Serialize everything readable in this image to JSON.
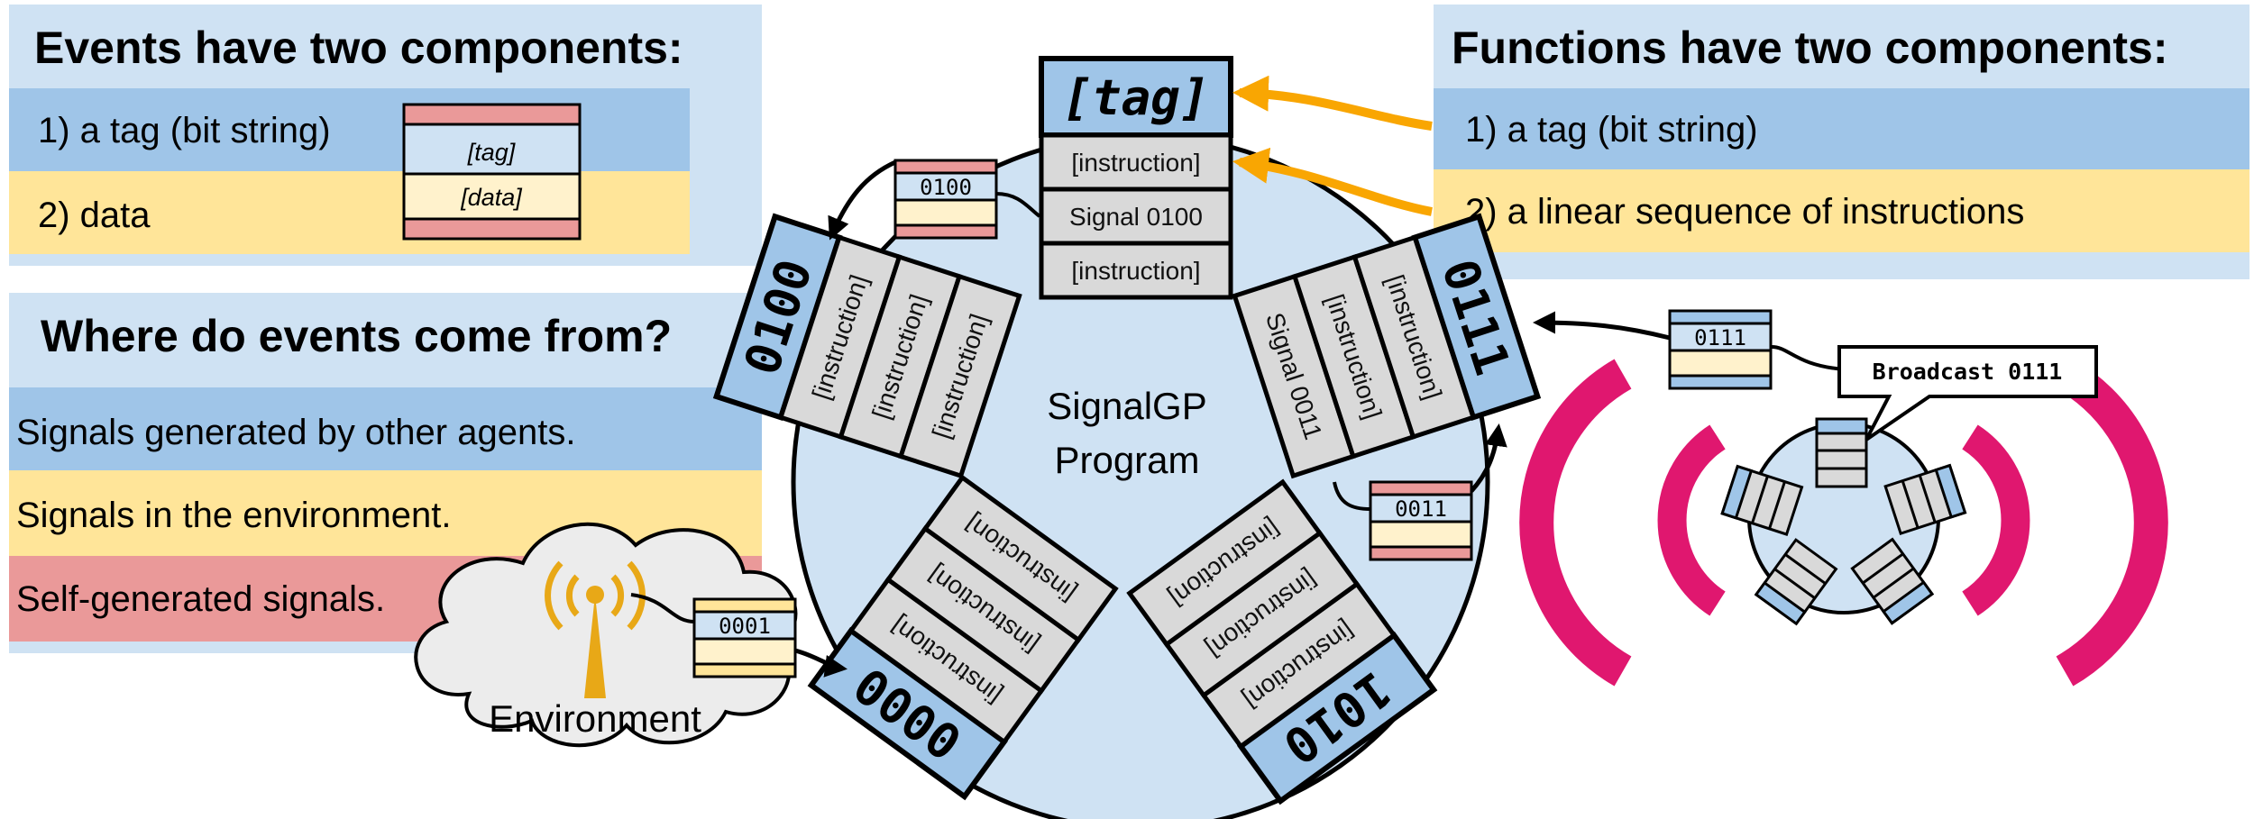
{
  "colors": {
    "panel_bg": "#cfe2f3",
    "blue": "#9fc5e8",
    "yellow": "#ffe599",
    "red": "#ea9999",
    "gray": "#d9d9d9",
    "orange": "#f9a602",
    "magenta": "#e0176f",
    "antenna": "#e8a817",
    "cloud": "#ececec",
    "circle": "#cfe2f3"
  },
  "events_panel": {
    "title": "Events have two components:",
    "row1": "1) a tag (bit string)",
    "row2": "2) data",
    "tag_label": "[tag]",
    "data_label": "[data]"
  },
  "functions_panel": {
    "title": "Functions have two components:",
    "row1": "1) a tag (bit string)",
    "row2": "2) a linear sequence of instructions"
  },
  "sources_panel": {
    "title": "Where do events come from?",
    "row1": "Signals generated by other agents.",
    "row2": "Signals in the environment.",
    "row3": "Self-generated signals."
  },
  "program": {
    "label_line1": "SignalGP",
    "label_line2": "Program",
    "top_function": {
      "tag": "[tag]",
      "instructions": [
        "[instruction]",
        "Signal 0100",
        "[instruction]"
      ]
    },
    "functions": [
      {
        "tag": "0100",
        "instructions": [
          "[instruction]",
          "[instruction]",
          "[instruction]"
        ]
      },
      {
        "tag": "0111",
        "instructions": [
          "[instruction]",
          "[instruction]",
          "Signal 0011"
        ]
      },
      {
        "tag": "0000",
        "instructions": [
          "[instruction]",
          "[instruction]",
          "[instruction]"
        ]
      },
      {
        "tag": "1010",
        "instructions": [
          "[instruction]",
          "[instruction]",
          "[instruction]"
        ]
      }
    ]
  },
  "events": {
    "self_0100": "0100",
    "agent_0111": "0111",
    "self_0011": "0011",
    "env_0001": "0001"
  },
  "environment_label": "Environment",
  "broadcast_label": "Broadcast 0111"
}
